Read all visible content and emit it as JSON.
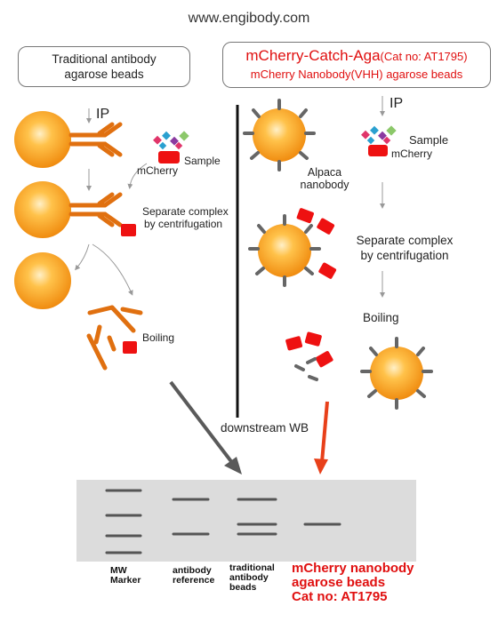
{
  "header": {
    "website": "www.engibody.com"
  },
  "left_panel": {
    "title_line1": "Traditional antibody",
    "title_line2": "agarose beads",
    "ip_label": "IP",
    "sample_label": "Sample",
    "mcherry_label": "mCherry",
    "separate_line1": "Separate complex",
    "separate_line2": "by centrifugation",
    "boiling_label": "Boiling"
  },
  "right_panel": {
    "title_main": "mCherry-Catch-Aga",
    "title_cat": "(Cat no: AT1795)",
    "title_sub": "mCherry Nanobody(VHH) agarose beads",
    "ip_label": "IP",
    "sample_label": "Sample",
    "mcherry_label": "mCherry",
    "alpaca_line1": "Alpaca",
    "alpaca_line2": "nanobody",
    "separate_line1": "Separate complex",
    "separate_line2": "by centrifugation",
    "boiling_label": "Boiling"
  },
  "downstream_label": "downstream WB",
  "gel": {
    "lanes": [
      {
        "line1": "MW",
        "line2": "Marker",
        "line3": ""
      },
      {
        "line1": "antibody",
        "line2": "reference",
        "line3": ""
      },
      {
        "line1": "traditional",
        "line2": "antibody",
        "line3": "beads"
      }
    ],
    "highlight_line1": "mCherry nanobody",
    "highlight_line2": "agarose beads",
    "highlight_line3": "Cat no: AT1795"
  },
  "colors": {
    "bead": "#f5a623",
    "antibody": "#e07010",
    "mcherry": "#ee1111",
    "nanobody": "#666666",
    "highlight_text": "#e01010",
    "gel_bg": "#dcdcdc"
  }
}
